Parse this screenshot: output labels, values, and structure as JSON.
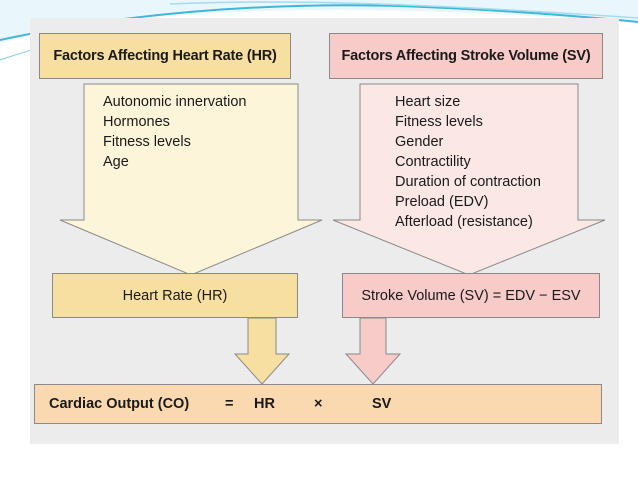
{
  "colors": {
    "hr_header_fill": "#f6dfa0",
    "hr_column_fill": "#fdf5d9",
    "sv_header_fill": "#f6cbc8",
    "sv_column_fill": "#fbe8e4",
    "co_fill": "#fbd9b0",
    "panel_background": "#ececec",
    "accent_swoosh": "#3fb6dc"
  },
  "hr_column": {
    "header": "Factors Affecting Heart Rate (HR)",
    "factors": [
      "Autonomic innervation",
      "Hormones",
      "Fitness levels",
      "Age"
    ],
    "result": "Heart Rate (HR)"
  },
  "sv_column": {
    "header": "Factors Affecting Stroke Volume (SV)",
    "factors": [
      "Heart size",
      "Fitness levels",
      "Gender",
      "Contractility",
      "Duration of contraction",
      "Preload (EDV)",
      "Afterload (resistance)"
    ],
    "result": "Stroke Volume (SV) = EDV − ESV"
  },
  "cardiac_output": {
    "label": "Cardiac Output (CO)",
    "equals": "=",
    "hr": "HR",
    "times": "×",
    "sv": "SV"
  }
}
